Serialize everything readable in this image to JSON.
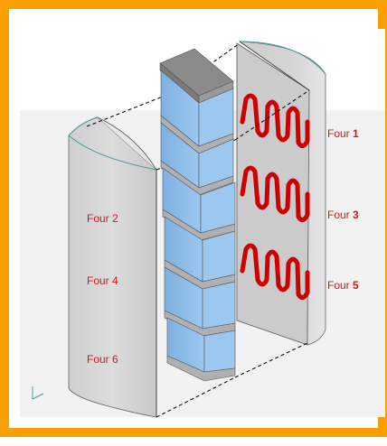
{
  "labels": {
    "right_furnaces": [
      {
        "word": "Four",
        "number": "1"
      },
      {
        "word": "Four",
        "number": "3"
      },
      {
        "word": "Four",
        "number": "5"
      }
    ],
    "left_furnaces": [
      {
        "text": "Four 2"
      },
      {
        "text": "Four 4"
      },
      {
        "text": "Four 6"
      }
    ]
  },
  "colors": {
    "frame_border": "#f7a000",
    "label_text": "#d01818",
    "heating_coil": "#cc0000",
    "sample_block": "#8fbce8",
    "spacer_plate": "#b8b8b8",
    "shell_gray": "#d6d6d6"
  },
  "icons": [
    "axis-triad-icon",
    "heating-coil-icon"
  ]
}
